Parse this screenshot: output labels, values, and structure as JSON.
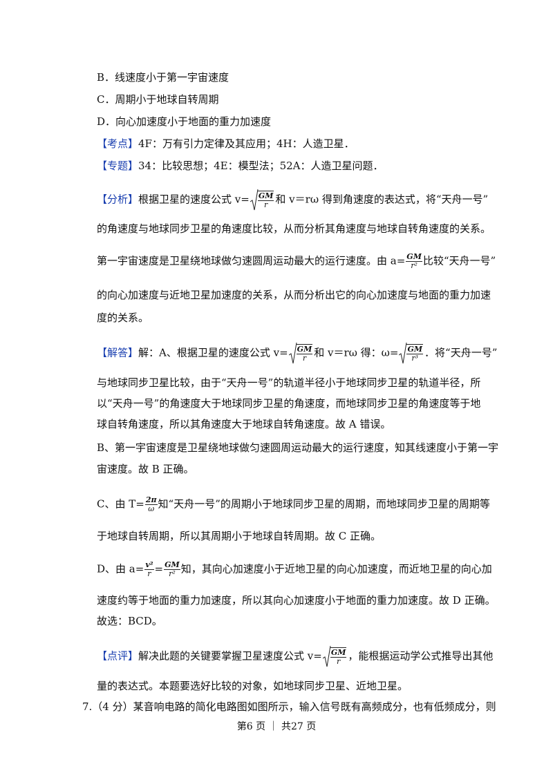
{
  "options": {
    "b": "B．线速度小于第一宇宙速度",
    "c": "C．周期小于地球自转周期",
    "d": "D．向心加速度小于地面的重力加速度"
  },
  "kaodian": {
    "tag": "【考点】",
    "text": "4F：万有引力定律及其应用；4H：人造卫星．"
  },
  "zhuanti": {
    "tag": "【专题】",
    "text": "34：比较思想；4E：模型法；52A：人造卫星问题．"
  },
  "fenxi": {
    "tag": "【分析】",
    "l1a": "根据卫星的速度公式 v=",
    "l1b": "和 v＝rω 得到角速度的表达式，将“天舟一号”",
    "l2": "的角速度与地球同步卫星的角速度比较，从而分析其角速度与地球自转角速度的关系。",
    "l3a": "第一宇宙速度是卫星绕地球做匀速圆周运动最大的运行速度。由 a=",
    "l3b": "比较“天舟一号”",
    "l4": "的向心加速度与近地卫星加速度的关系，从而分析出它的向心加速度与地面的重力加速",
    "l5": "度的关系。"
  },
  "jieda": {
    "tag": "【解答】",
    "l1a": "解：A、根据卫星的速度公式 v=",
    "l1b": "和 v＝rω 得：ω=",
    "l1c": "．将“天舟一号”",
    "l2": "与地球同步卫星比较，由于“天舟一号”的轨道半径小于地球同步卫星的轨道半径，所",
    "l3": "以“天舟一号”的角速度大于地球同步卫星的角速度，而地球同步卫星的角速度等于地",
    "l4": "球自转角速度，所以其角速度大于地球自转角速度。故 A 错误。",
    "b1": "B、第一宇宙速度是卫星绕地球做匀速圆周运动最大的运行速度，知其线速度小于第一宇",
    "b2": "宙速度。故 B 正确。",
    "c1a": "C、由 T=",
    "c1b": "知“天舟一号”的周期小于地球同步卫星的周期，而地球同步卫星的周期等",
    "c2": "于地球自转周期，所以其周期小于地球自转周期。故 C 正确。",
    "d1a": "D、由 a=",
    "d1b": "=",
    "d1c": "知，其向心加速度小于近地卫星的向心加速度，而近地卫星的向心加",
    "d2": "速度约等于地面的重力加速度，所以其向心加速度小于地面的重力加速度。故 D 正确。",
    "ans": "故选：BCD。"
  },
  "dianping": {
    "tag": "【点评】",
    "l1a": "解决此题的关键要掌握卫星速度公式 v=",
    "l1b": "，能根据运动学公式推导出其他",
    "l2": "量的表达式。本题要选好比较的对象，如地球同步卫星、近地卫星。"
  },
  "q7": "7.（4 分）某音响电路的简化电路图如图所示，输入信号既有高频成分，也有低频成分，则",
  "formulas": {
    "GM": "GM",
    "r": "r",
    "r2": "r²",
    "r3": "r³",
    "twopi": "2π",
    "omega": "ω",
    "v2": "v²"
  },
  "footer": "第6 页 ｜ 共27 页"
}
